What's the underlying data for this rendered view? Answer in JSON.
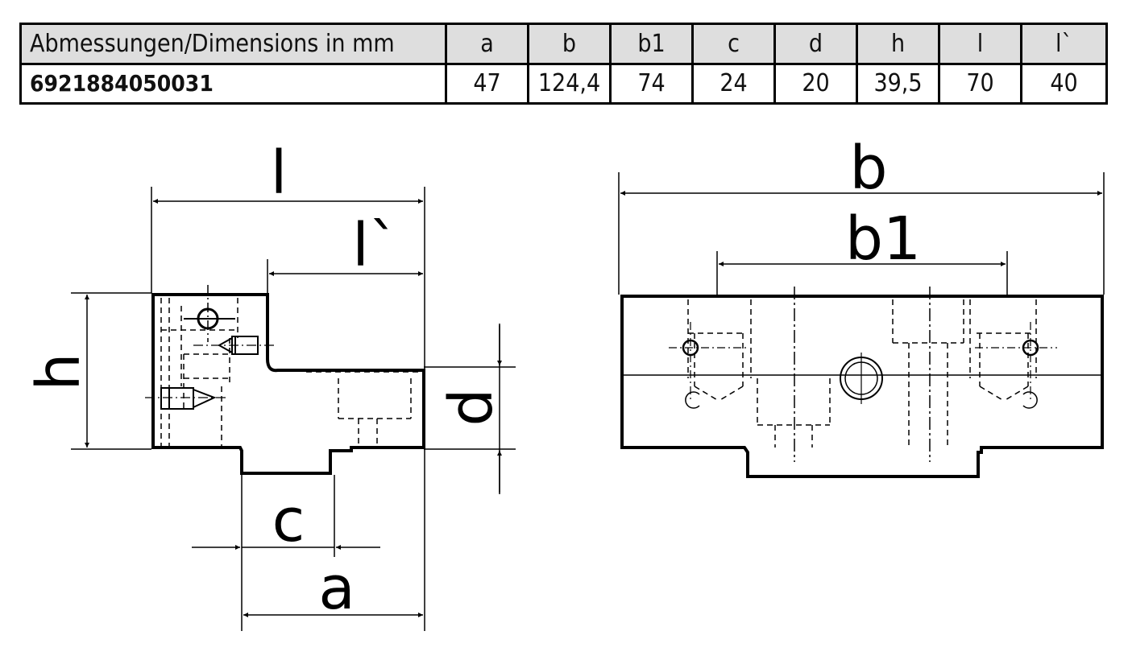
{
  "table": {
    "header_label": "Abmessungen/Dimensions in mm",
    "columns": [
      "a",
      "b",
      "b1",
      "c",
      "d",
      "h",
      "l",
      "l`"
    ],
    "part_number": "6921884050031",
    "values": [
      "47",
      "124,4",
      "74",
      "24",
      "20",
      "39,5",
      "70",
      "40"
    ]
  },
  "drawing": {
    "labels": {
      "l": "l",
      "l_prime": "l`",
      "h": "h",
      "d": "d",
      "c": "c",
      "a": "a",
      "b": "b",
      "b1": "b1"
    }
  }
}
